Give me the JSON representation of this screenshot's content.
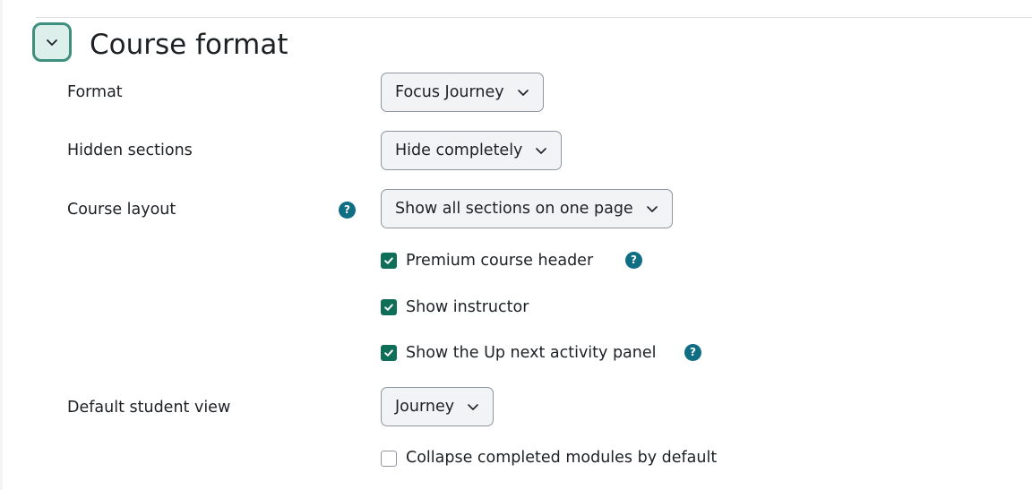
{
  "section": {
    "title": "Course format"
  },
  "fields": {
    "format": {
      "label": "Format",
      "value": "Focus Journey"
    },
    "hidden_sections": {
      "label": "Hidden sections",
      "value": "Hide completely"
    },
    "course_layout": {
      "label": "Course layout",
      "value": "Show all sections on one page",
      "help": "?"
    },
    "default_student_view": {
      "label": "Default student view",
      "value": "Journey"
    }
  },
  "checkboxes": {
    "premium_header": {
      "label": "Premium course header",
      "checked": true,
      "help": "?"
    },
    "show_instructor": {
      "label": "Show instructor",
      "checked": true
    },
    "up_next_panel": {
      "label": "Show the Up next activity panel",
      "checked": true,
      "help": "?"
    },
    "collapse_completed": {
      "label": "Collapse completed modules by default",
      "checked": false
    }
  },
  "colors": {
    "accent": "#0f6e58",
    "help": "#0f6e84",
    "toggle_border": "#3f8f7f",
    "toggle_bg": "#dcefeb"
  },
  "icons": {
    "toggle": "chevron-down-icon",
    "select": "chevron-down-icon",
    "check": "checkmark-icon",
    "help": "question-icon"
  }
}
